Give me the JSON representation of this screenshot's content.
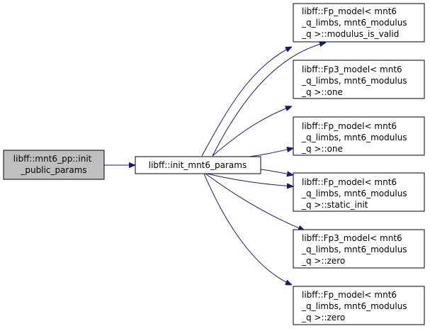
{
  "colors": {
    "edge": "#191970",
    "node_border": "#000000",
    "node_fill": "#ffffff",
    "root_fill": "#bfbfbf"
  },
  "nodes": {
    "root": {
      "lines": [
        "libff::mnt6_pp::init",
        "_public_params"
      ]
    },
    "init": {
      "lines": [
        "libff::init_mnt6_params"
      ]
    },
    "n1": {
      "lines": [
        "libff::Fp_model< mnt6",
        "_q_limbs, mnt6_modulus",
        "_q >::modulus_is_valid"
      ]
    },
    "n2": {
      "lines": [
        "libff::Fp3_model< mnt6",
        "_q_limbs, mnt6_modulus",
        "_q >::one"
      ]
    },
    "n3": {
      "lines": [
        "libff::Fp_model< mnt6",
        "_q_limbs, mnt6_modulus",
        "_q >::one"
      ]
    },
    "n4": {
      "lines": [
        "libff::Fp_model< mnt6",
        "_q_limbs, mnt6_modulus",
        "_q >::static_init"
      ]
    },
    "n5": {
      "lines": [
        "libff::Fp3_model< mnt6",
        "_q_limbs, mnt6_modulus",
        "_q >::zero"
      ]
    },
    "n6": {
      "lines": [
        "libff::Fp_model< mnt6",
        "_q_limbs, mnt6_modulus",
        "_q >::zero"
      ]
    }
  },
  "edges": [
    {
      "from": "root",
      "to": "init"
    },
    {
      "from": "init",
      "to": "n1"
    },
    {
      "from": "init",
      "to": "n1"
    },
    {
      "from": "init",
      "to": "n2"
    },
    {
      "from": "init",
      "to": "n3"
    },
    {
      "from": "init",
      "to": "n4"
    },
    {
      "from": "init",
      "to": "n4"
    },
    {
      "from": "init",
      "to": "n5"
    },
    {
      "from": "init",
      "to": "n6"
    }
  ]
}
